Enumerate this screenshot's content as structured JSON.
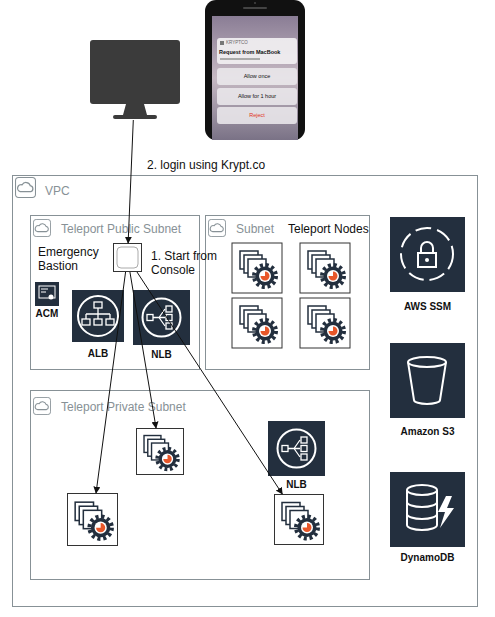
{
  "diagram": {
    "nodes": [
      {
        "text": []
      },
      {
        "text": [
          "KRYPTCO",
          "Request from MacBook",
          "Allow once",
          "Allow for 1 hour",
          "Reject"
        ]
      },
      {
        "text": [
          "VPC"
        ]
      },
      {
        "text": [
          "Teleport Public Subnet"
        ],
        "in": 2
      },
      {
        "text": [
          "Emergency Bastion"
        ],
        "in": 3
      },
      {
        "text": [
          "ACM"
        ],
        "in": 3
      },
      {
        "text": [
          "ALB"
        ],
        "in": 3
      },
      {
        "text": [
          "NLB"
        ],
        "in": 3
      },
      {
        "text": [
          "Subnet",
          "Teleport Nodes"
        ],
        "in": 2
      },
      {
        "text": [
          "AWS SSM"
        ],
        "in": 2
      },
      {
        "text": [
          "Teleport Private Subnet"
        ],
        "in": 2
      },
      {
        "text": [],
        "in": 10
      },
      {
        "text": [
          "NLB"
        ],
        "in": 10
      },
      {
        "text": [],
        "in": 10
      },
      {
        "text": [],
        "in": 10
      },
      {
        "text": [
          "Amazon S3"
        ],
        "in": 2
      },
      {
        "text": [
          "DynamoDB"
        ],
        "in": 2
      }
    ],
    "edges": [
      {
        "from": 0,
        "to": 4,
        "arrow": "to",
        "label": "2. login using Krypt.co"
      },
      {
        "from": 4,
        "to": 11,
        "arrow": "to"
      },
      {
        "from": 4,
        "to": 13,
        "arrow": "to"
      },
      {
        "from": 4,
        "to": 14,
        "arrow": "to"
      }
    ],
    "labels": [
      "1. Start from Console"
    ]
  }
}
